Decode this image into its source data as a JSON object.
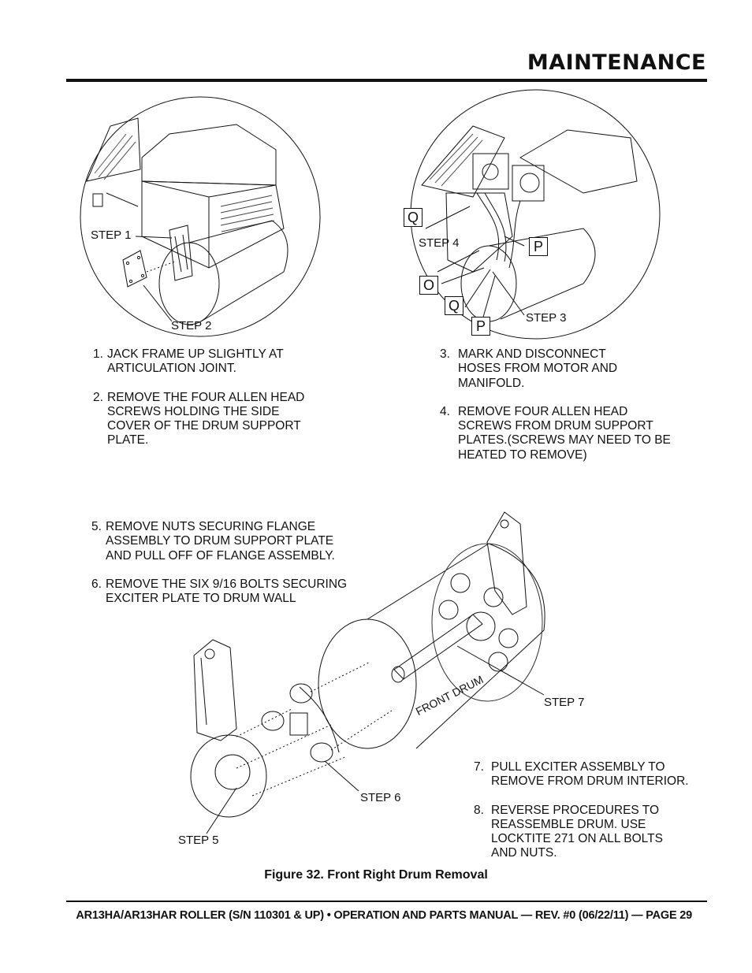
{
  "header": {
    "title": "MAINTENANCE"
  },
  "steps_top_left": [
    {
      "num": "1.",
      "text": "JACK FRAME UP SLIGHTLY AT\nARTICULATION JOINT."
    },
    {
      "num": "2.",
      "text": "REMOVE THE FOUR ALLEN HEAD\nSCREWS  HOLDING THE SIDE\nCOVER OF THE DRUM SUPPORT\nPLATE."
    }
  ],
  "steps_top_right": [
    {
      "num": "3.",
      "text": "MARK AND DISCONNECT\nHOSES FROM MOTOR AND\nMANIFOLD."
    },
    {
      "num": "4.",
      "text": "REMOVE FOUR ALLEN HEAD\nSCREWS FROM DRUM SUPPORT\nPLATES.(SCREWS MAY NEED TO BE\nHEATED TO REMOVE)"
    }
  ],
  "steps_mid_left": [
    {
      "num": "5.",
      "text": "REMOVE NUTS SECURING FLANGE\nASSEMBLY TO DRUM SUPPORT PLATE\nAND PULL OFF OF FLANGE ASSEMBLY."
    },
    {
      "num": "6.",
      "text": "REMOVE THE SIX  9/16 BOLTS SECURING\nEXCITER PLATE TO DRUM WALL"
    }
  ],
  "steps_bottom_right": [
    {
      "num": "7.",
      "text": "PULL EXCITER ASSEMBLY TO\nREMOVE FROM DRUM INTERIOR."
    },
    {
      "num": "8.",
      "text": "REVERSE PROCEDURES TO\nREASSEMBLE DRUM. USE\nLOCKTITE 271 ON ALL BOLTS\nAND NUTS."
    }
  ],
  "callouts": {
    "step1": "STEP 1",
    "step2": "STEP 2",
    "step3": "STEP 3",
    "step4": "STEP 4",
    "step5": "STEP 5",
    "step6": "STEP 6",
    "step7": "STEP 7",
    "front_drum": "FRONT DRUM",
    "letter_q_top": "Q",
    "letter_p_top": "P",
    "letter_o": "O",
    "letter_q_bottom": "Q",
    "letter_p_bottom": "P"
  },
  "figure_caption": "Figure 32. Front Right Drum Removal",
  "footer": {
    "text": "AR13HA/AR13HAR ROLLER (S/N 110301 & UP) • OPERATION AND PARTS MANUAL — REV. #0 (06/22/11) — PAGE 29"
  }
}
